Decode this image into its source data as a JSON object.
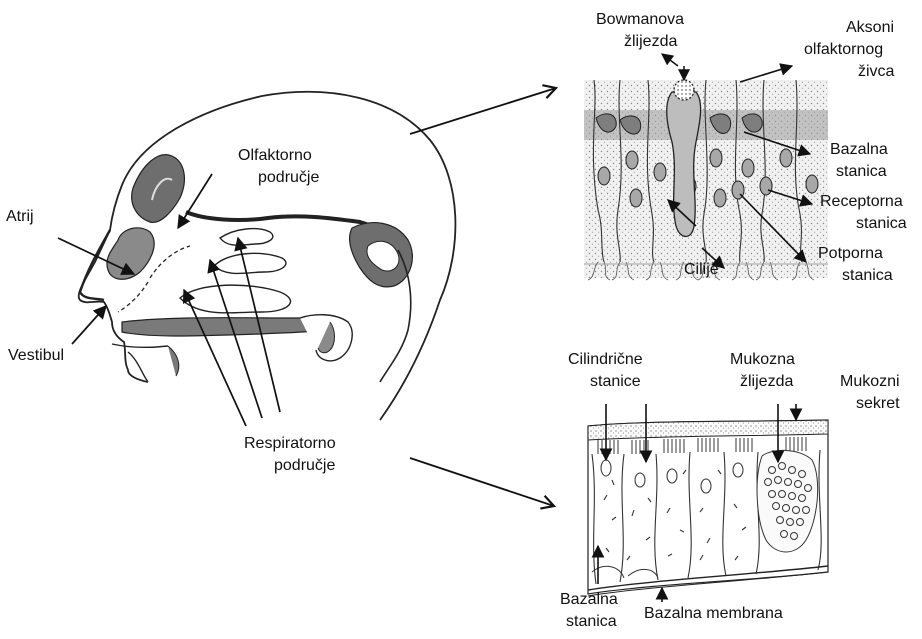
{
  "head_labels": {
    "atrij": "Atrij",
    "vestibul": "Vestibul",
    "olfactory_line1": "Olfaktorno",
    "olfactory_line2": "područje",
    "respiratory_line1": "Respiratorno",
    "respiratory_line2": "područje"
  },
  "olfactory_detail": {
    "bowman_line1": "Bowmanova",
    "bowman_line2": "žlijezda",
    "axons_line1": "Aksoni",
    "axons_line2": "olfaktornog",
    "axons_line3": "živca",
    "basal_line1": "Bazalna",
    "basal_line2": "stanica",
    "receptor_line1": "Receptorna",
    "receptor_line2": "stanica",
    "support_line1": "Potporna",
    "support_line2": "stanica",
    "cilia": "Cilije"
  },
  "respiratory_detail": {
    "columnar_line1": "Cilindrične",
    "columnar_line2": "stanice",
    "mucous_gland_line1": "Mukozna",
    "mucous_gland_line2": "žlijezda",
    "mucus_line1": "Mukozni",
    "mucus_line2": "sekret",
    "basal_line1": "Bazalna",
    "basal_line2": "stanica",
    "basement_membrane": "Bazalna membrana"
  }
}
